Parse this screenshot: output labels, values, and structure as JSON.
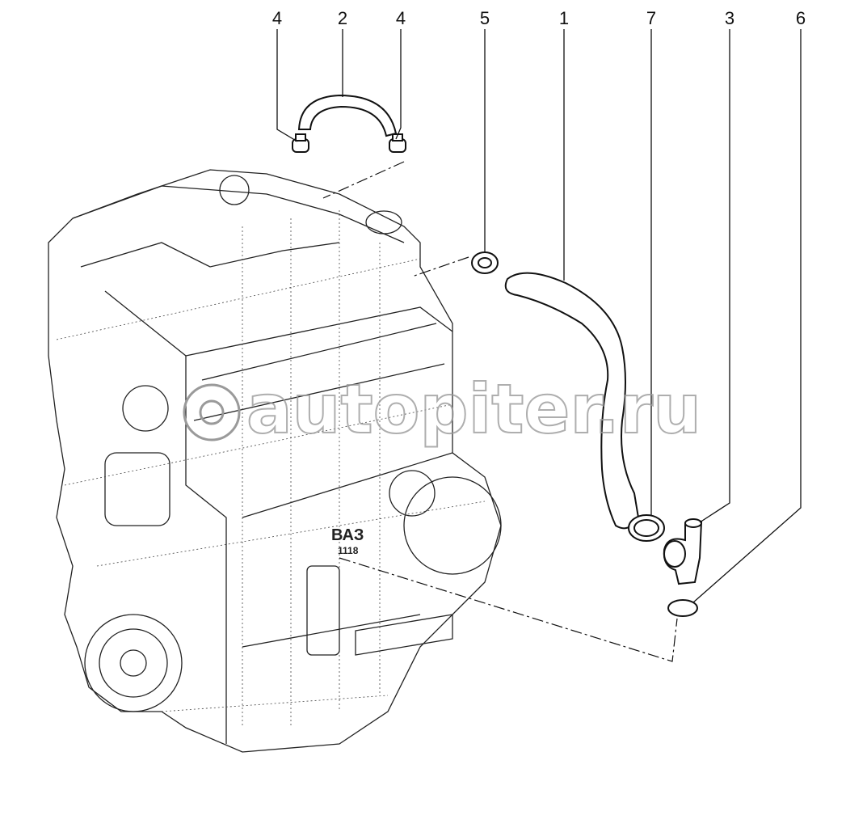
{
  "diagram": {
    "callouts": [
      {
        "id": "clamp-left",
        "label": "4"
      },
      {
        "id": "hose-small",
        "label": "2"
      },
      {
        "id": "clamp-right",
        "label": "4"
      },
      {
        "id": "clamp-hose",
        "label": "5"
      },
      {
        "id": "hose-main",
        "label": "1"
      },
      {
        "id": "clamp-ring",
        "label": "7"
      },
      {
        "id": "pipe-fitting",
        "label": "3"
      },
      {
        "id": "seal-ring",
        "label": "6"
      }
    ],
    "engine_marking": "ВАЗ",
    "engine_marking_sub": "1118",
    "watermark": "autopiter.ru",
    "colors": {
      "line": "#111111",
      "watermark": "#9a9a9a"
    }
  }
}
